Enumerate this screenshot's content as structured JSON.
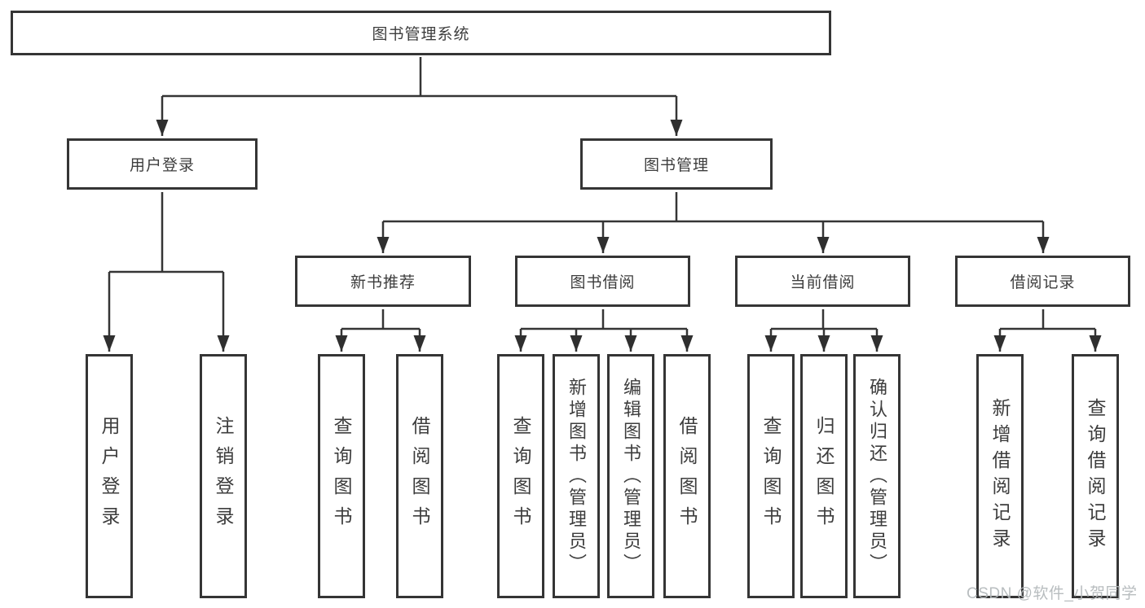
{
  "tree": {
    "label": "图书管理系统",
    "children": [
      {
        "label": "用户登录",
        "children": [
          {
            "label": "用户登录"
          },
          {
            "label": "注销登录"
          }
        ]
      },
      {
        "label": "图书管理",
        "children": [
          {
            "label": "新书推荐",
            "children": [
              {
                "label": "查询图书"
              },
              {
                "label": "借阅图书"
              }
            ]
          },
          {
            "label": "图书借阅",
            "children": [
              {
                "label": "查询图书"
              },
              {
                "label": "新增图书（管理员）"
              },
              {
                "label": "编辑图书（管理员）"
              },
              {
                "label": "借阅图书"
              }
            ]
          },
          {
            "label": "当前借阅",
            "children": [
              {
                "label": "查询图书"
              },
              {
                "label": "归还图书"
              },
              {
                "label": "确认归还（管理员）"
              }
            ]
          },
          {
            "label": "借阅记录",
            "children": [
              {
                "label": "新增借阅记录"
              },
              {
                "label": "查询借阅记录"
              }
            ]
          }
        ]
      }
    ]
  },
  "watermark": {
    "text": "CSDN @软件_小贺同学"
  },
  "colors": {
    "line": "#353535",
    "box_border": "#353535",
    "text": "#3d3d3d",
    "background": "#ffffff",
    "watermark_text": "#b2b7ba"
  }
}
